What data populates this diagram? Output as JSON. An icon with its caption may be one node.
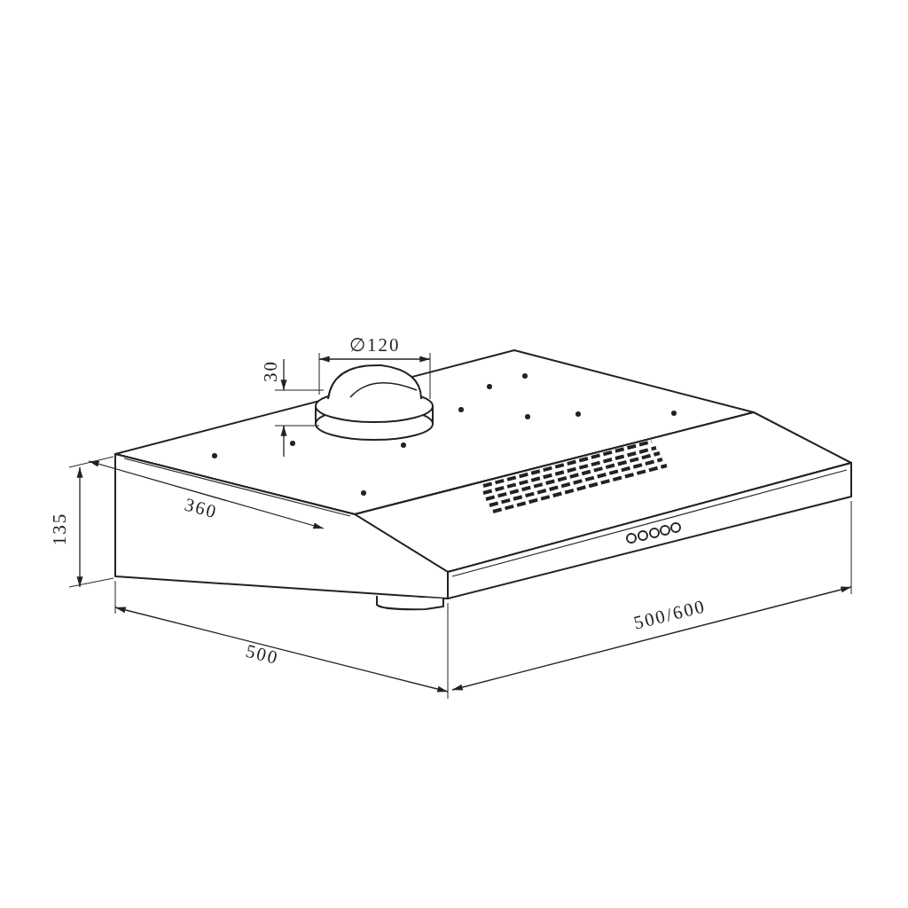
{
  "diagram": {
    "labels": [
      "∅120",
      "30",
      "360",
      "135",
      "500/600",
      "500"
    ]
  }
}
